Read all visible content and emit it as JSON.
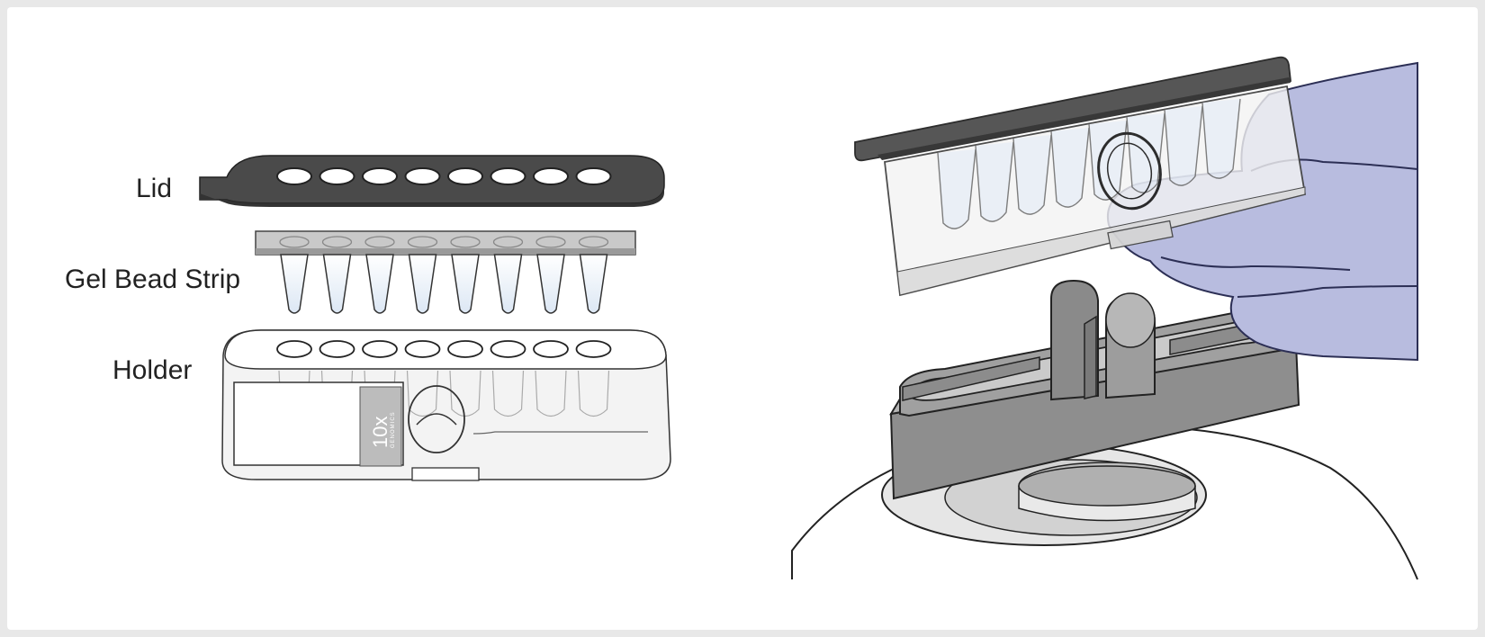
{
  "labels": {
    "lid": "Lid",
    "gel_bead_strip": "Gel Bead Strip",
    "holder": "Holder"
  },
  "brand": {
    "logo": "10x",
    "sub": "GENOMICS"
  },
  "colors": {
    "lid_dark": "#555555",
    "holder_gray": "#9b9b9b",
    "glove": "#b8bcdf",
    "liquid": "#d6e3f3"
  }
}
